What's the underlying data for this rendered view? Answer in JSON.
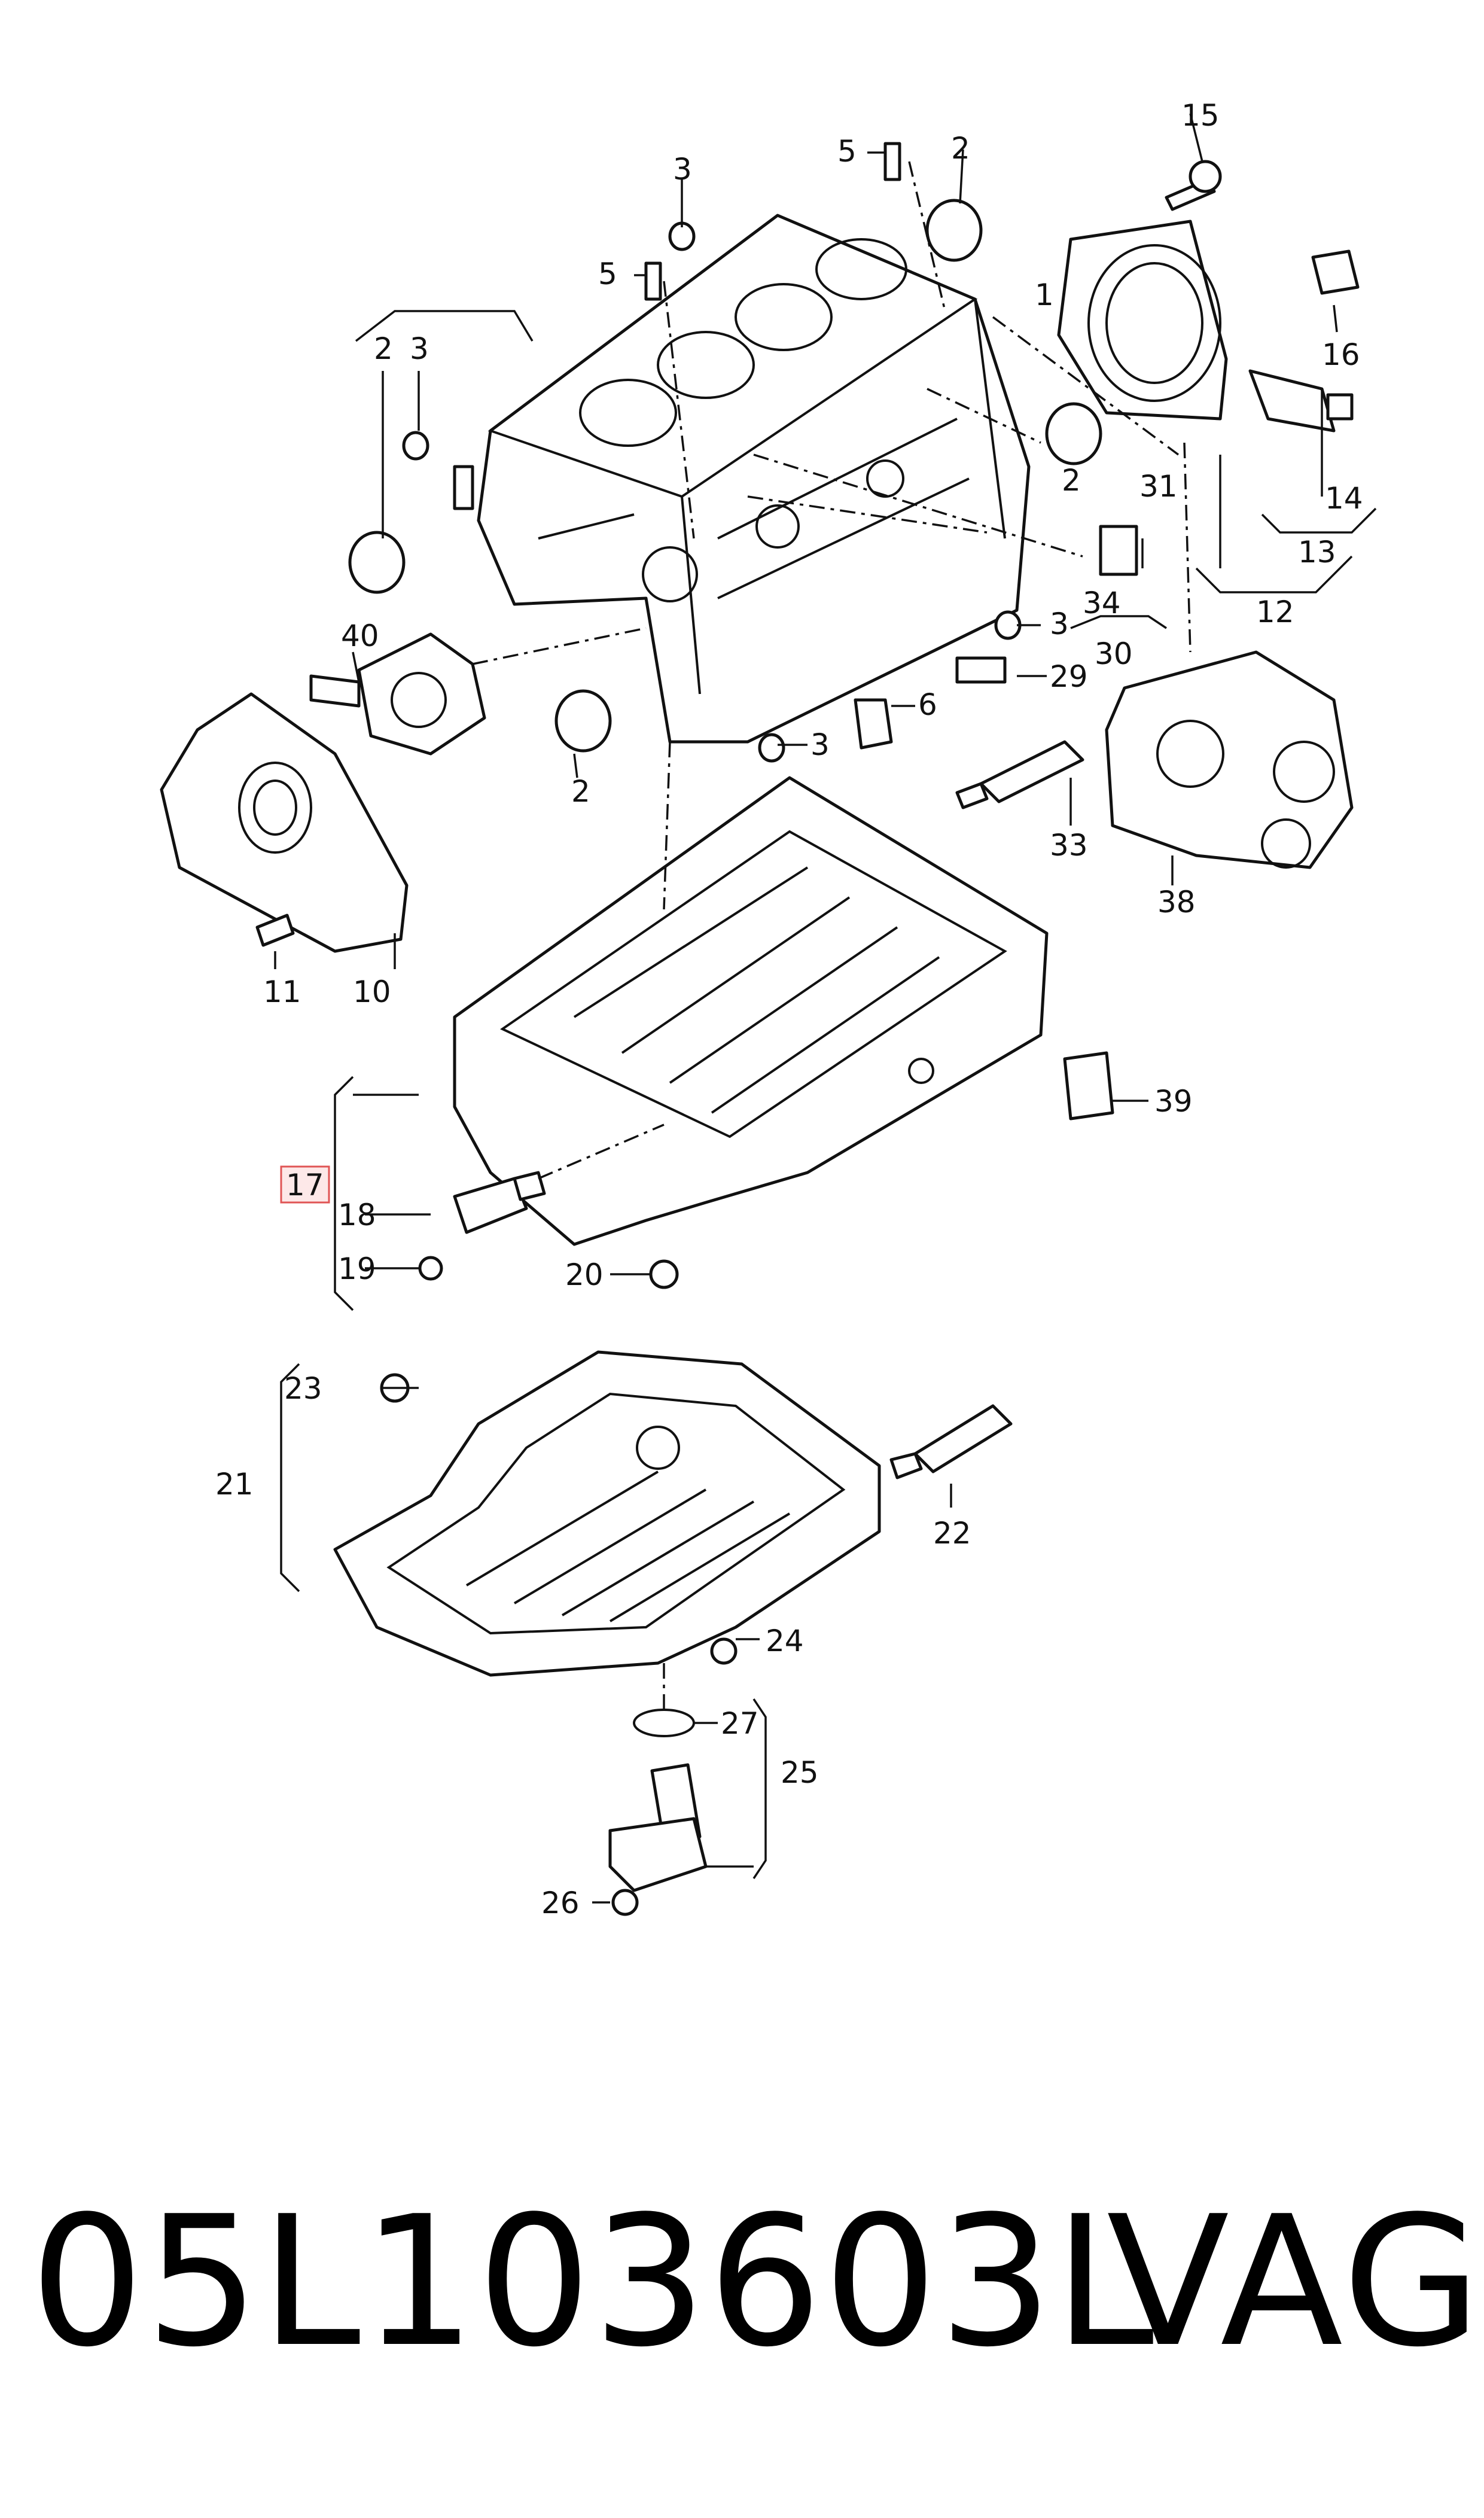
{
  "diagram": {
    "callouts": [
      {
        "id": "c1",
        "label": "1"
      },
      {
        "id": "c2a",
        "label": "2"
      },
      {
        "id": "c2b",
        "label": "2"
      },
      {
        "id": "c2c",
        "label": "2"
      },
      {
        "id": "c2d",
        "label": "2"
      },
      {
        "id": "c3a",
        "label": "3"
      },
      {
        "id": "c3b",
        "label": "3"
      },
      {
        "id": "c3c",
        "label": "3"
      },
      {
        "id": "c3d",
        "label": "3"
      },
      {
        "id": "c5a",
        "label": "5"
      },
      {
        "id": "c5b",
        "label": "5"
      },
      {
        "id": "c6",
        "label": "6"
      },
      {
        "id": "c10",
        "label": "10"
      },
      {
        "id": "c11",
        "label": "11"
      },
      {
        "id": "c12",
        "label": "12"
      },
      {
        "id": "c13",
        "label": "13"
      },
      {
        "id": "c14",
        "label": "14"
      },
      {
        "id": "c15",
        "label": "15"
      },
      {
        "id": "c16",
        "label": "16"
      },
      {
        "id": "c17",
        "label": "17"
      },
      {
        "id": "c18",
        "label": "18"
      },
      {
        "id": "c19",
        "label": "19"
      },
      {
        "id": "c20",
        "label": "20"
      },
      {
        "id": "c21",
        "label": "21"
      },
      {
        "id": "c22",
        "label": "22"
      },
      {
        "id": "c23",
        "label": "23"
      },
      {
        "id": "c24",
        "label": "24"
      },
      {
        "id": "c25",
        "label": "25"
      },
      {
        "id": "c26",
        "label": "26"
      },
      {
        "id": "c27",
        "label": "27"
      },
      {
        "id": "c29",
        "label": "29"
      },
      {
        "id": "c30",
        "label": "30"
      },
      {
        "id": "c31",
        "label": "31"
      },
      {
        "id": "c33",
        "label": "33"
      },
      {
        "id": "c34",
        "label": "34"
      },
      {
        "id": "c38",
        "label": "38"
      },
      {
        "id": "c39",
        "label": "39"
      },
      {
        "id": "c40",
        "label": "40"
      }
    ],
    "highlighted_callout": "17"
  },
  "footer": {
    "part_number": "05L103603L",
    "brand": "VAG"
  }
}
